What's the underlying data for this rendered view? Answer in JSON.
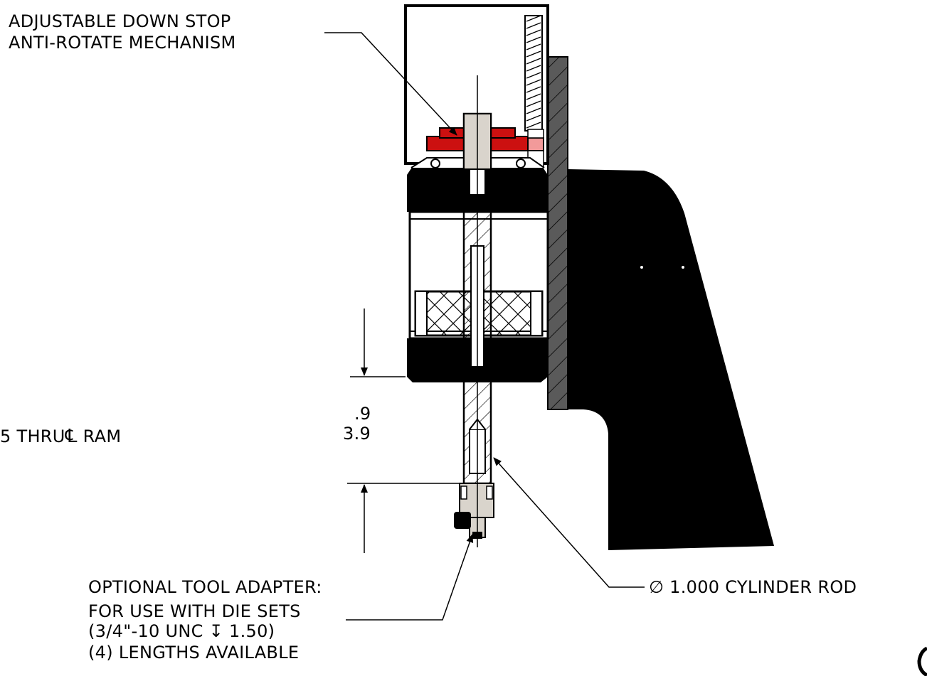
{
  "callouts": {
    "down_stop_line1": "ADJUSTABLE DOWN STOP",
    "down_stop_line2": "ANTI-ROTATE MECHANISM",
    "thru_ram": "5 THRU",
    "thru_ram_centerline_symbol": "℄",
    "thru_ram_suffix": "RAM",
    "stroke_dim_top": ".9",
    "stroke_dim_bottom": "3.9",
    "cylinder_rod_symbol": "∅",
    "cylinder_rod": "1.000 CYLINDER ROD",
    "tool_adapter_line1": "OPTIONAL TOOL ADAPTER:",
    "tool_adapter_line2": "FOR USE WITH DIE SETS",
    "tool_adapter_line3_a": "(3/4\"-10 UNC ",
    "tool_adapter_line3_symbol": "↧",
    "tool_adapter_line3_b": " 1.50)",
    "tool_adapter_line4": "(4) LENGTHS AVAILABLE"
  },
  "colors": {
    "ink": "#000000",
    "stop_red": "#cc1010",
    "stop_pink": "#f29a9a",
    "rod_fill": "#d9d4cc",
    "plate_grey": "#5a5a5a"
  }
}
